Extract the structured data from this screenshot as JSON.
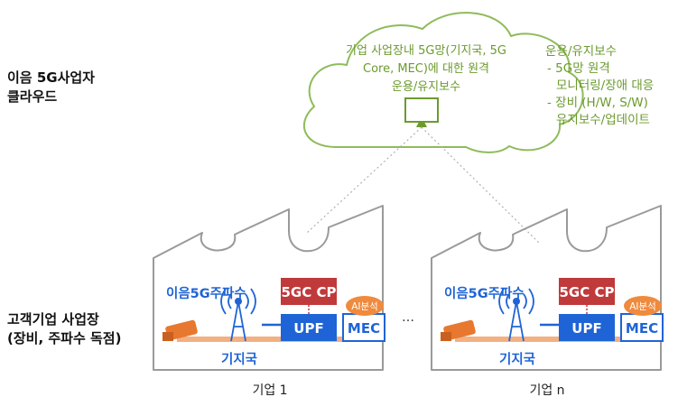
{
  "left_labels": {
    "cloud_line1": "이음 5G사업자",
    "cloud_line2": "클라우드",
    "site_line1": "고객기업 사업장",
    "site_line2": "(장비, 주파수 독점)"
  },
  "cloud": {
    "center_lines": [
      "기업 사업장내 5G망(기지국, 5G",
      "Core, MEC)에 대한 원격",
      "운용/유지보수"
    ],
    "side_lines": [
      "운용/유지보수",
      "- 5G망 원격",
      "  모니터링/장애 대응",
      "- 장비 (H/W, S/W)",
      "  유지보수/업데이트"
    ]
  },
  "enterprise": {
    "frequency_label": "이음5G주파수",
    "base_station_label": "기지국",
    "core_cp_label": "5GC CP",
    "upf_label": "UPF",
    "mec_label": "MEC",
    "ai_label": "AI분석",
    "ellipsis": "…",
    "names": [
      "기업 1",
      "기업 n"
    ]
  },
  "colors": {
    "cloud_green": "#8fbb5a",
    "text_green": "#6c9a2e",
    "blue": "#1f64d6",
    "core_red": "#c0393b",
    "ai_orange": "#f08a3c",
    "link_orange": "#f2b083"
  }
}
